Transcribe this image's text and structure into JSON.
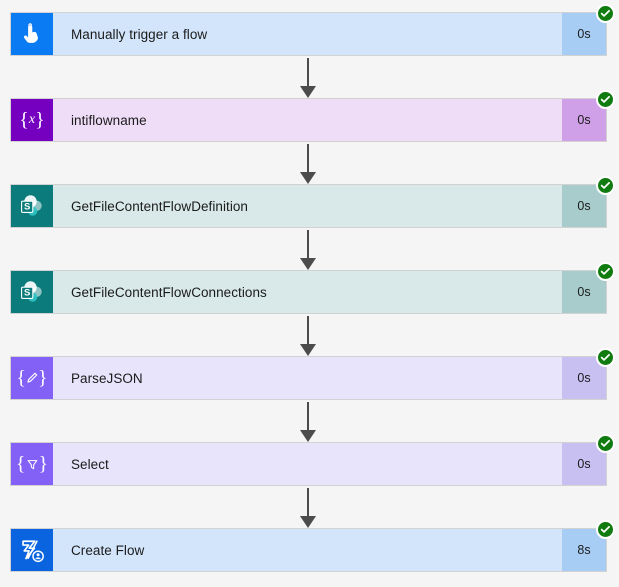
{
  "page": {
    "title": "Flow run history",
    "background_color": "#f5f5f5",
    "connector_color": "#4c4c4c",
    "status_color": "#107c10"
  },
  "flow": {
    "steps": [
      {
        "name": "Manually trigger a flow",
        "duration": "0s",
        "status": "succeeded",
        "icon": "hand-tap-icon",
        "type": "trigger",
        "icon_bg": "#0a7bf2",
        "card_bg": "#d3e5fb",
        "duration_bg": "#a8cdf5"
      },
      {
        "name": "intiflowname",
        "duration": "0s",
        "status": "succeeded",
        "icon": "initialize-variable-icon",
        "type": "variable",
        "icon_bg": "#7500c0",
        "card_bg": "#efddf8",
        "duration_bg": "#cfa0e8"
      },
      {
        "name": "GetFileContentFlowDefinition",
        "duration": "0s",
        "status": "succeeded",
        "icon": "sharepoint-icon",
        "type": "sharepoint",
        "icon_bg": "#0b7b7b",
        "card_bg": "#d9e8e8",
        "duration_bg": "#a8cccc"
      },
      {
        "name": "GetFileContentFlowConnections",
        "duration": "0s",
        "status": "succeeded",
        "icon": "sharepoint-icon",
        "type": "sharepoint",
        "icon_bg": "#0b7b7b",
        "card_bg": "#d9e8e8",
        "duration_bg": "#a8cccc"
      },
      {
        "name": "ParseJSON",
        "duration": "0s",
        "status": "succeeded",
        "icon": "parse-json-icon",
        "type": "datapurple",
        "icon_bg": "#8361f7",
        "card_bg": "#e8e4fb",
        "duration_bg": "#c9c0f2"
      },
      {
        "name": "Select",
        "duration": "0s",
        "status": "succeeded",
        "icon": "select-filter-icon",
        "type": "datapurple",
        "icon_bg": "#8361f7",
        "card_bg": "#e8e4fb",
        "duration_bg": "#c9c0f2"
      },
      {
        "name": "Create Flow",
        "duration": "8s",
        "status": "succeeded",
        "icon": "power-automate-management-icon",
        "type": "flow",
        "icon_bg": "#0a64e0",
        "card_bg": "#d3e5fb",
        "duration_bg": "#a8cdf5"
      }
    ]
  }
}
